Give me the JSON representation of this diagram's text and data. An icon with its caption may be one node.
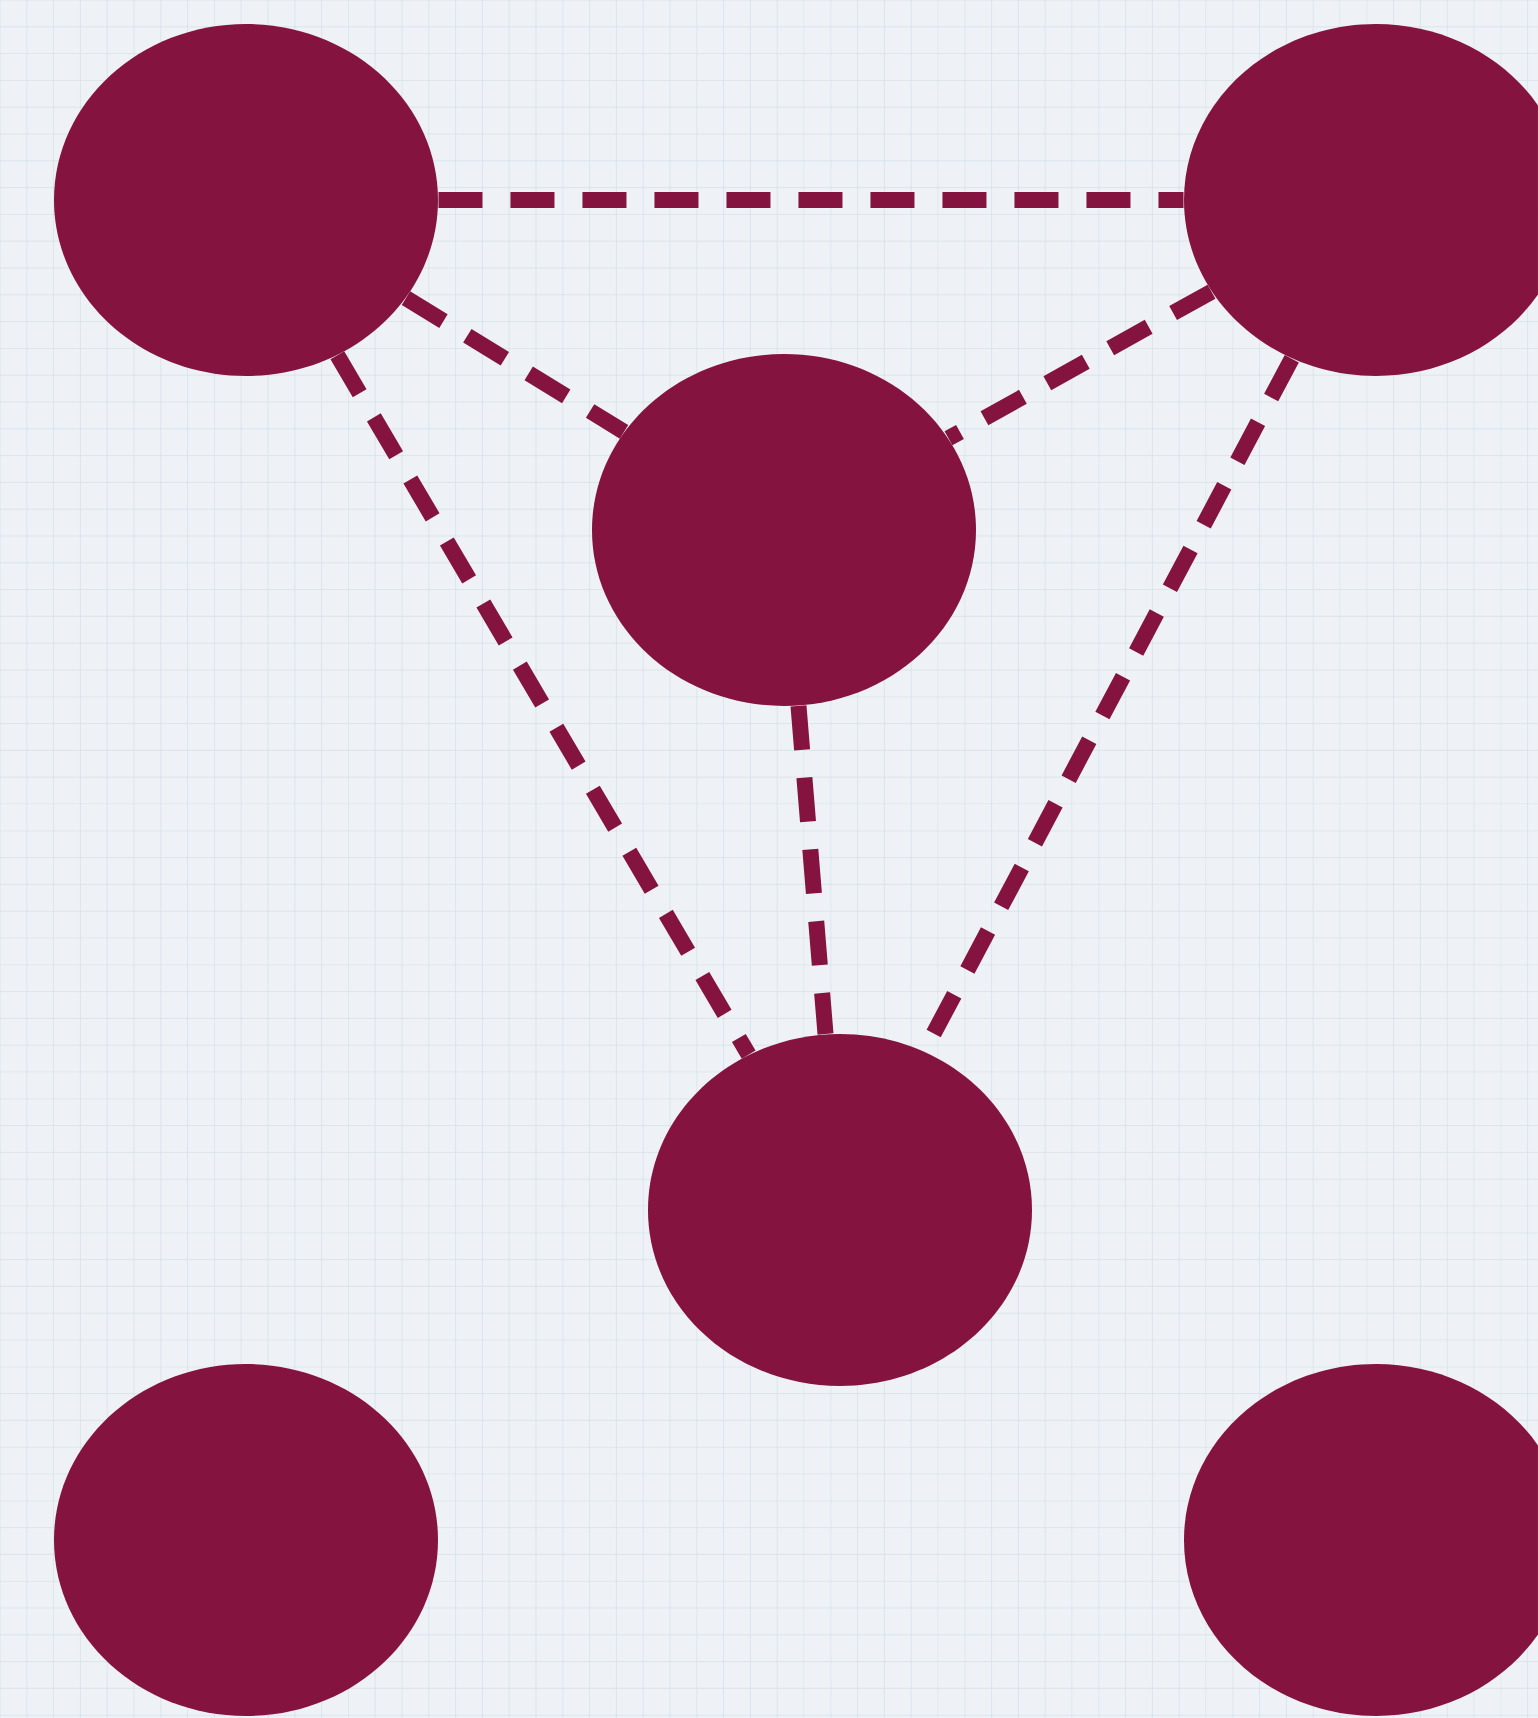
{
  "diagram": {
    "nodes": [
      {
        "text": [],
        "shape": "circle"
      },
      {
        "text": [],
        "shape": "circle"
      },
      {
        "text": [],
        "shape": "circle"
      },
      {
        "text": [],
        "shape": "circle"
      },
      {
        "text": [],
        "shape": "circle"
      },
      {
        "text": [],
        "shape": "circle"
      }
    ],
    "edges": [
      {
        "from": 0,
        "to": 1,
        "arrow": "none",
        "style": "dashed"
      },
      {
        "from": 0,
        "to": 2,
        "arrow": "none",
        "style": "dashed"
      },
      {
        "from": 1,
        "to": 2,
        "arrow": "none",
        "style": "dashed"
      },
      {
        "from": 0,
        "to": 3,
        "arrow": "none",
        "style": "dashed"
      },
      {
        "from": 2,
        "to": 3,
        "arrow": "none",
        "style": "dashed"
      },
      {
        "from": 1,
        "to": 3,
        "arrow": "none",
        "style": "dashed"
      }
    ]
  }
}
